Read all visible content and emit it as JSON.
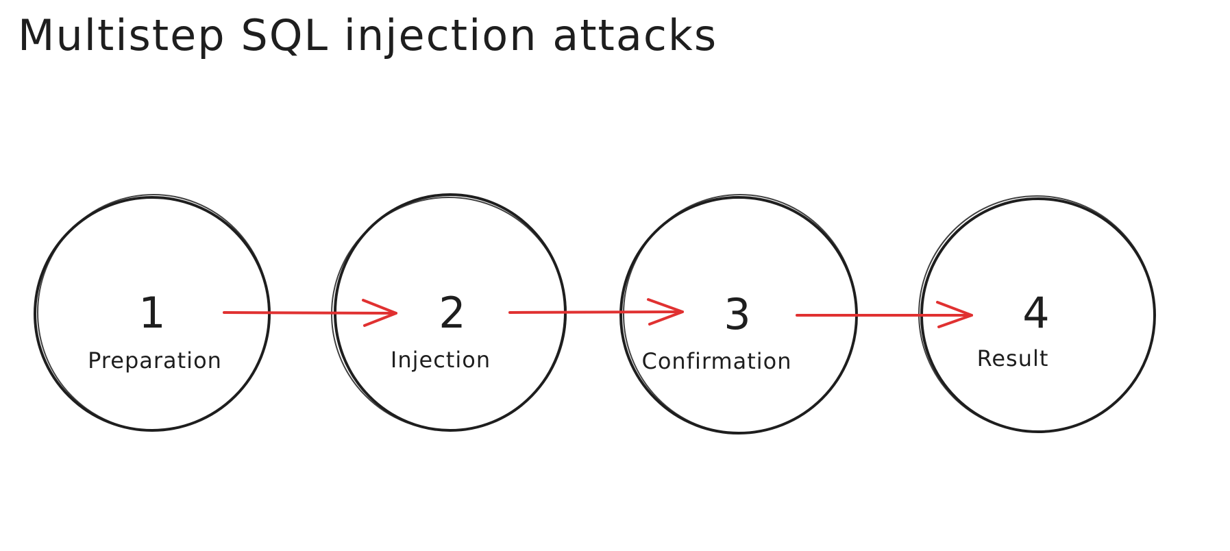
{
  "title": "Multistep SQL injection attacks",
  "steps": [
    {
      "number": "1",
      "label": "Preparation"
    },
    {
      "number": "2",
      "label": "Injection"
    },
    {
      "number": "3",
      "label": "Confirmation"
    },
    {
      "number": "4",
      "label": "Result"
    }
  ],
  "colors": {
    "stroke": "#1e1e1e",
    "arrow": "#e03131",
    "background": "#ffffff"
  }
}
